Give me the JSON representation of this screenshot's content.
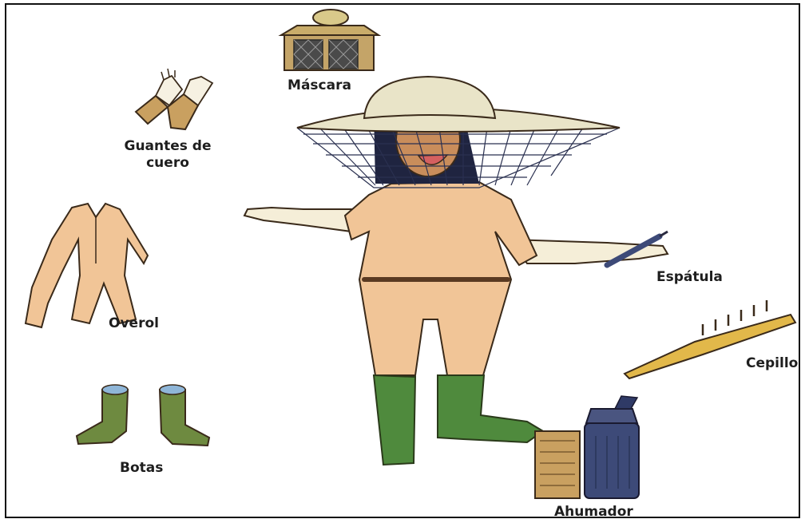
{
  "labels": {
    "mascara": "Máscara",
    "guantes_line1": "Guantes de",
    "guantes_line2": "cuero",
    "overol": "Overol",
    "botas": "Botas",
    "espatula": "Espátula",
    "cepillo": "Cepillo",
    "ahumador": "Ahumador"
  },
  "colors": {
    "suit": "#f1c597",
    "skin": "#c98d5b",
    "boots": "#4f8a3d",
    "boot_items": "#6e8a40",
    "glove": "#f5eed8",
    "smoker": "#3d4a78",
    "hat": "#e9e4c8",
    "brush": "#e2b84a",
    "outline": "#3a2a1a"
  },
  "icons": [
    "veil-mask-icon",
    "leather-gloves-icon",
    "overall-icon",
    "boots-icon",
    "spatula-icon",
    "brush-icon",
    "smoker-icon"
  ]
}
